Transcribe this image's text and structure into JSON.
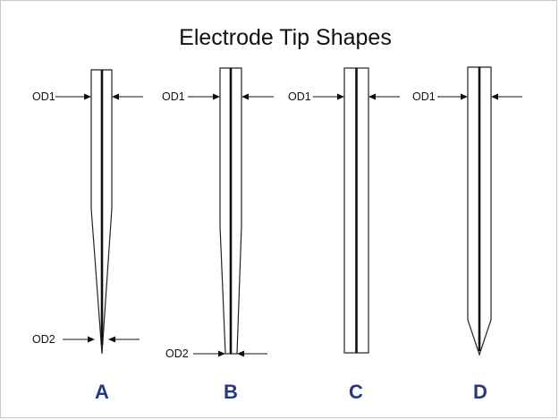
{
  "title": "Electrode Tip Shapes",
  "label_od1": "OD1",
  "label_od2": "OD2",
  "electrodes": [
    {
      "letter": "A",
      "shape": "long-taper-to-point"
    },
    {
      "letter": "B",
      "shape": "taper-to-flat"
    },
    {
      "letter": "C",
      "shape": "straight"
    },
    {
      "letter": "D",
      "shape": "short-cone-point"
    }
  ],
  "colors": {
    "letters": "#243a7a",
    "lines": "#111111"
  }
}
